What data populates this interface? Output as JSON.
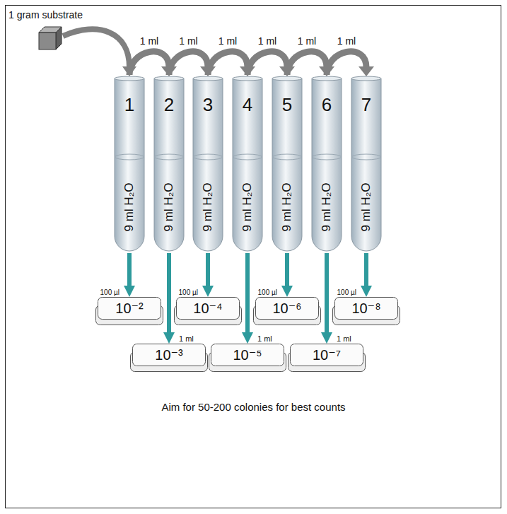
{
  "diagram": {
    "caption": "Aim for 50-200 colonies for best counts",
    "nodes": [
      {
        "text": [
          "1 gram substrate"
        ]
      },
      {
        "text": [
          "1",
          "9 ml H₂O"
        ]
      },
      {
        "text": [
          "2",
          "9 ml H₂O"
        ]
      },
      {
        "text": [
          "3",
          "9 ml H₂O"
        ]
      },
      {
        "text": [
          "4",
          "9 ml H₂O"
        ]
      },
      {
        "text": [
          "5",
          "9 ml H₂O"
        ]
      },
      {
        "text": [
          "6",
          "9 ml H₂O"
        ]
      },
      {
        "text": [
          "7",
          "9 ml H₂O"
        ]
      },
      {
        "text": [
          "10⁻²"
        ]
      },
      {
        "text": [
          "10⁻³"
        ]
      },
      {
        "text": [
          "10⁻⁴"
        ]
      },
      {
        "text": [
          "10⁻⁵"
        ]
      },
      {
        "text": [
          "10⁻⁶"
        ]
      },
      {
        "text": [
          "10⁻⁷"
        ]
      },
      {
        "text": [
          "10⁻⁸"
        ]
      }
    ],
    "edges": [
      {
        "from": 0,
        "to": 1,
        "arrow": "to"
      },
      {
        "from": 1,
        "to": 2,
        "label": "1 ml",
        "arrow": "to"
      },
      {
        "from": 2,
        "to": 3,
        "label": "1 ml",
        "arrow": "to"
      },
      {
        "from": 3,
        "to": 4,
        "label": "1 ml",
        "arrow": "to"
      },
      {
        "from": 4,
        "to": 5,
        "label": "1 ml",
        "arrow": "to"
      },
      {
        "from": 5,
        "to": 6,
        "label": "1 ml",
        "arrow": "to"
      },
      {
        "from": 6,
        "to": 7,
        "label": "1 ml",
        "arrow": "to"
      },
      {
        "from": 1,
        "to": 8,
        "label": "100 µl",
        "arrow": "to"
      },
      {
        "from": 2,
        "to": 9,
        "label": "1 ml",
        "arrow": "to"
      },
      {
        "from": 3,
        "to": 10,
        "label": "100 µl",
        "arrow": "to"
      },
      {
        "from": 4,
        "to": 11,
        "label": "1 ml",
        "arrow": "to"
      },
      {
        "from": 5,
        "to": 12,
        "label": "100 µl",
        "arrow": "to"
      },
      {
        "from": 6,
        "to": 13,
        "label": "1 ml",
        "arrow": "to"
      },
      {
        "from": 7,
        "to": 14,
        "label": "100 µl",
        "arrow": "to"
      }
    ]
  }
}
